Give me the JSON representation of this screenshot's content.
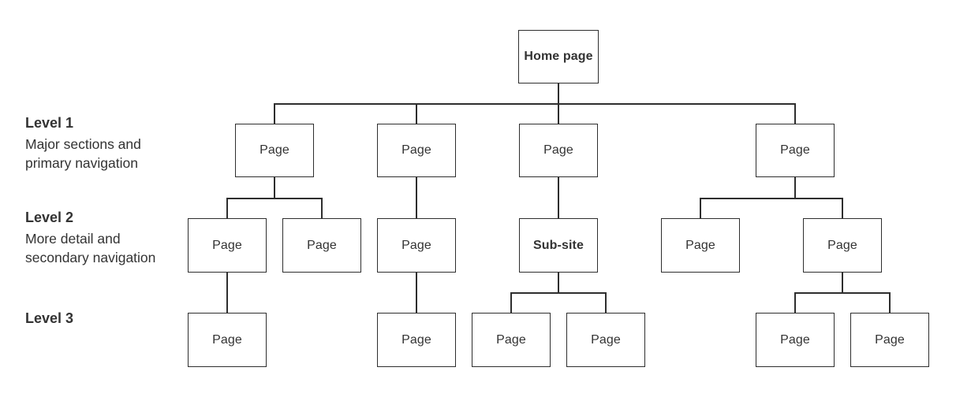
{
  "diagram": {
    "title_semantic": "website-sitemap-structure",
    "colors": {
      "background": "#ffffff",
      "line": "#2e2e2e",
      "text": "#333333"
    },
    "side_labels": [
      {
        "title": "Level 1",
        "lines": [
          "Major sections and",
          "primary navigation"
        ]
      },
      {
        "title": "Level 2",
        "lines": [
          "More detail and",
          "secondary navigation"
        ]
      },
      {
        "title": "Level 3",
        "lines": [
          "",
          ""
        ]
      }
    ],
    "nodes": {
      "home": {
        "label": "Home page"
      },
      "level1": [
        {
          "label": "Page"
        },
        {
          "label": "Page"
        },
        {
          "label": "Page"
        },
        {
          "label": "Page"
        }
      ],
      "level2": [
        {
          "label": "Page"
        },
        {
          "label": "Page"
        },
        {
          "label": "Page"
        },
        {
          "label": "Sub-site"
        },
        {
          "label": "Page"
        },
        {
          "label": "Page"
        }
      ],
      "level3": [
        {
          "label": "Page"
        },
        {
          "label": "Page"
        },
        {
          "label": "Page"
        },
        {
          "label": "Page"
        },
        {
          "label": "Page"
        },
        {
          "label": "Page"
        }
      ]
    }
  }
}
